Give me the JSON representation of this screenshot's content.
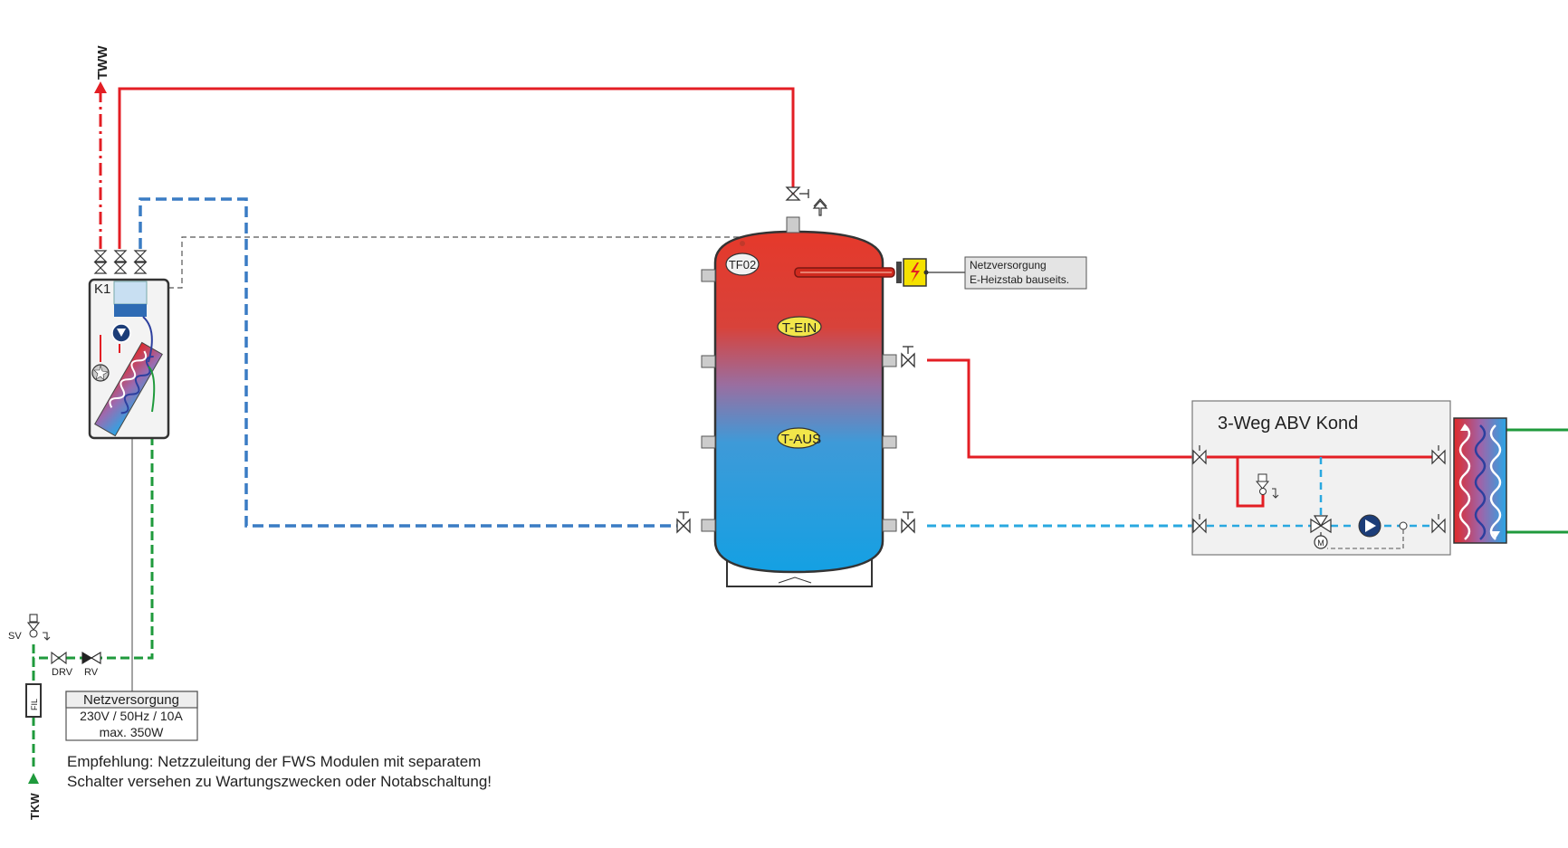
{
  "labels": {
    "tww": "TWW",
    "tkw": "TKW",
    "k1": "K1",
    "sv": "SV",
    "drv": "DRV",
    "rv": "RV",
    "fil": "FIL",
    "tf02": "TF02",
    "t_ein": "T-EIN",
    "t_aus": "T-AUS",
    "motor": "M"
  },
  "heater_box": {
    "line1": "Netzversorgung",
    "line2": "E-Heizstab bauseits."
  },
  "power_box": {
    "title": "Netzversorgung",
    "line1": "230V / 50Hz / 10A",
    "line2": "max. 350W"
  },
  "note": {
    "line1": "Empfehlung: Netzzuleitung der FWS Modulen mit separatem",
    "line2": "Schalter versehen zu Wartungszwecken oder Notabschaltung!"
  },
  "module": {
    "title": "3-Weg ABV Kond"
  },
  "colors": {
    "hot": "#e31e24",
    "cold": "#3a7cc4",
    "cold_light": "#29a8e0",
    "drinking": "#1f9a3c",
    "tank_top": "#e5392b",
    "tank_bottom": "#1aa0e0",
    "label_yellow": "#f2e64a"
  }
}
